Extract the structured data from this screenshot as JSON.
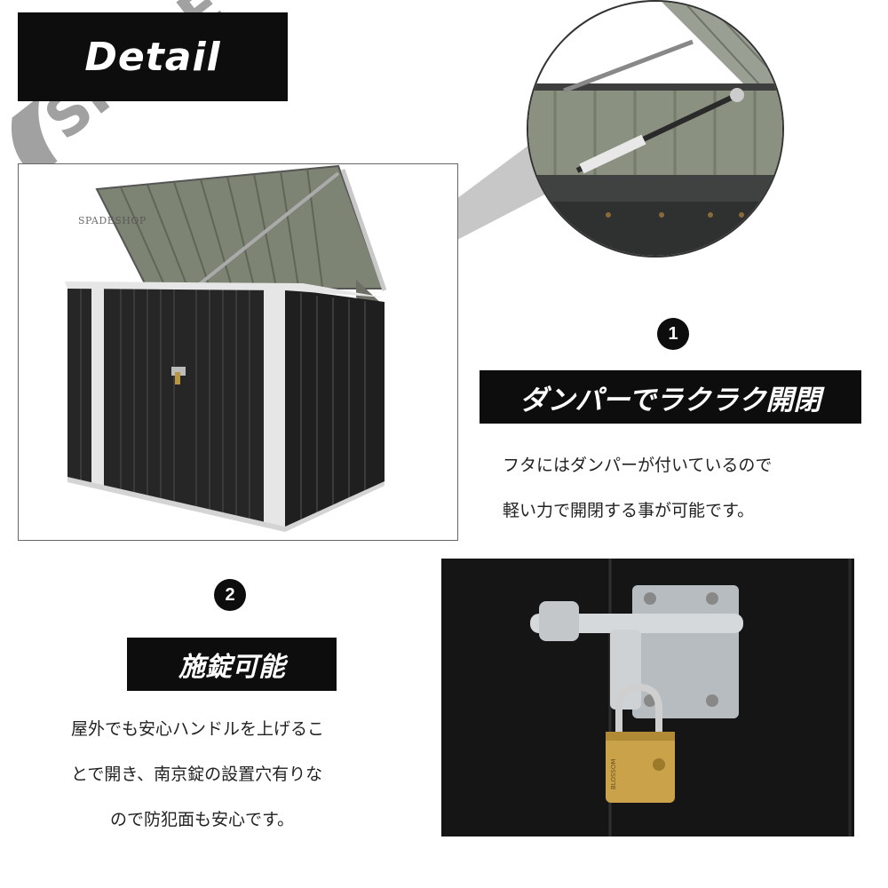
{
  "header": {
    "title": "Detail"
  },
  "watermark": {
    "brand": "SPADE",
    "shop_text": "SPADESHOP"
  },
  "features": [
    {
      "number": "1",
      "heading": "ダンパーでラクラク開閉",
      "description_lines": [
        "フタにはダンパーが付いているので",
        "軽い力で開閉する事が可能です。"
      ]
    },
    {
      "number": "2",
      "heading": "施錠可能",
      "description_lines": [
        "屋外でも安心ハンドルを上げるこ",
        "とで開き、南京錠の設置穴有りな",
        "ので防犯面も安心です。"
      ]
    }
  ],
  "padlock": {
    "brand": "BLOSSOM"
  },
  "colors": {
    "banner": "#0d0d0d",
    "shed_body": "#2b2b2b",
    "shed_trim": "#e6e6e6",
    "lid_interior": "#8a9080",
    "brass": "#c9a24a"
  }
}
